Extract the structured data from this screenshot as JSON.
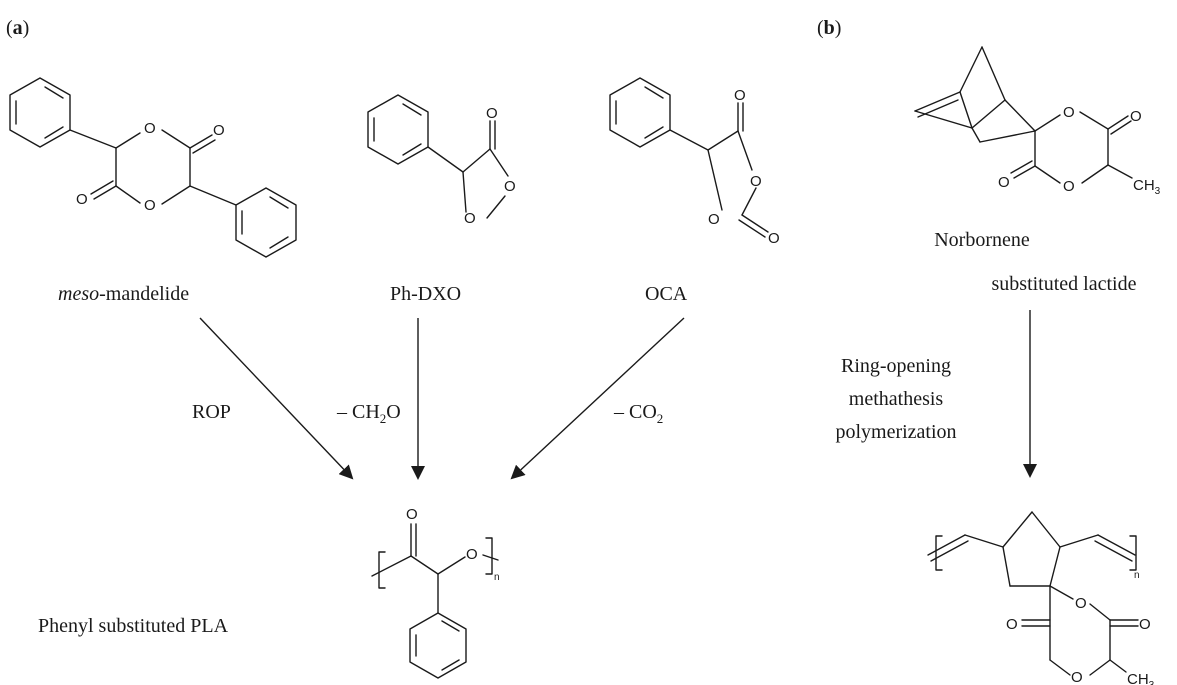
{
  "panels": {
    "a": {
      "open": "(",
      "letter": "a",
      "close": ")"
    },
    "b": {
      "open": "(",
      "letter": "b",
      "close": ")"
    }
  },
  "compounds": {
    "meso_mandelide": {
      "prefix": "meso",
      "name": "-mandelide"
    },
    "ph_dxo": {
      "name": "Ph-DXO"
    },
    "oca": {
      "name": "OCA"
    },
    "phenyl_pla": {
      "name": "Phenyl substituted PLA"
    },
    "norbornene_lactide": {
      "line1": "Norbornene",
      "line2": "substituted lactide"
    }
  },
  "reactions": {
    "rop": {
      "label": "ROP"
    },
    "ch2o": {
      "prefix": "– CH",
      "sub": "2",
      "suffix": "O"
    },
    "co2": {
      "prefix": "– CO",
      "sub": "2"
    },
    "romp": {
      "line1": "Ring-opening",
      "line2": "methathesis",
      "line3": "polymerization"
    }
  },
  "atoms": {
    "O": "O",
    "CH": "CH",
    "three": "3",
    "n": "n"
  }
}
